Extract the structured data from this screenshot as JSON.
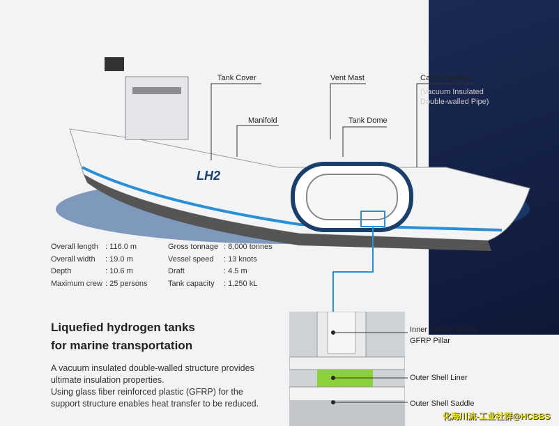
{
  "callouts": {
    "tank_cover": "Tank Cover",
    "vent_mast": "Vent Mast",
    "cargo_pipeline": "Cargo Pipeline",
    "cargo_pipeline_note1": "(Vacuum Insulated",
    "cargo_pipeline_note2": "Double-walled Pipe)",
    "manifold": "Manifold",
    "tank_dome": "Tank Dome"
  },
  "hull_text": "LH2",
  "specs": {
    "left": [
      {
        "k": "Overall length",
        "v": "116.0 m"
      },
      {
        "k": "Overall width",
        "v": "19.0 m"
      },
      {
        "k": "Depth",
        "v": "10.6 m"
      },
      {
        "k": "Maximum crew",
        "v": "25 persons"
      }
    ],
    "right": [
      {
        "k": "Gross tonnage",
        "v": "8,000 tonnes"
      },
      {
        "k": "Vessel speed",
        "v": "13 knots"
      },
      {
        "k": "Draft",
        "v": "4.5 m"
      },
      {
        "k": "Tank capacity",
        "v": "1,250 kL"
      }
    ]
  },
  "heading": {
    "line1": "Liquefied hydrogen tanks",
    "line2": "for marine transportation"
  },
  "description": [
    "A vacuum insulated double-walled structure provides",
    "ultimate insulation properties.",
    "Using glass fiber reinforced plastic (GFRP) for the",
    "support structure enables heat transfer to be reduced."
  ],
  "detail_labels": {
    "saddle": "Inner Vessel Saddle",
    "pillar": "GFRP Pillar",
    "liner": "Outer Shell Liner",
    "outer_saddle": "Outer Shell Saddle"
  },
  "watermark": "化海川流-工业社群@HCBBS",
  "colors": {
    "navy": "#14214a",
    "accent": "#2a8fd6",
    "liner": "#8bd13a"
  }
}
